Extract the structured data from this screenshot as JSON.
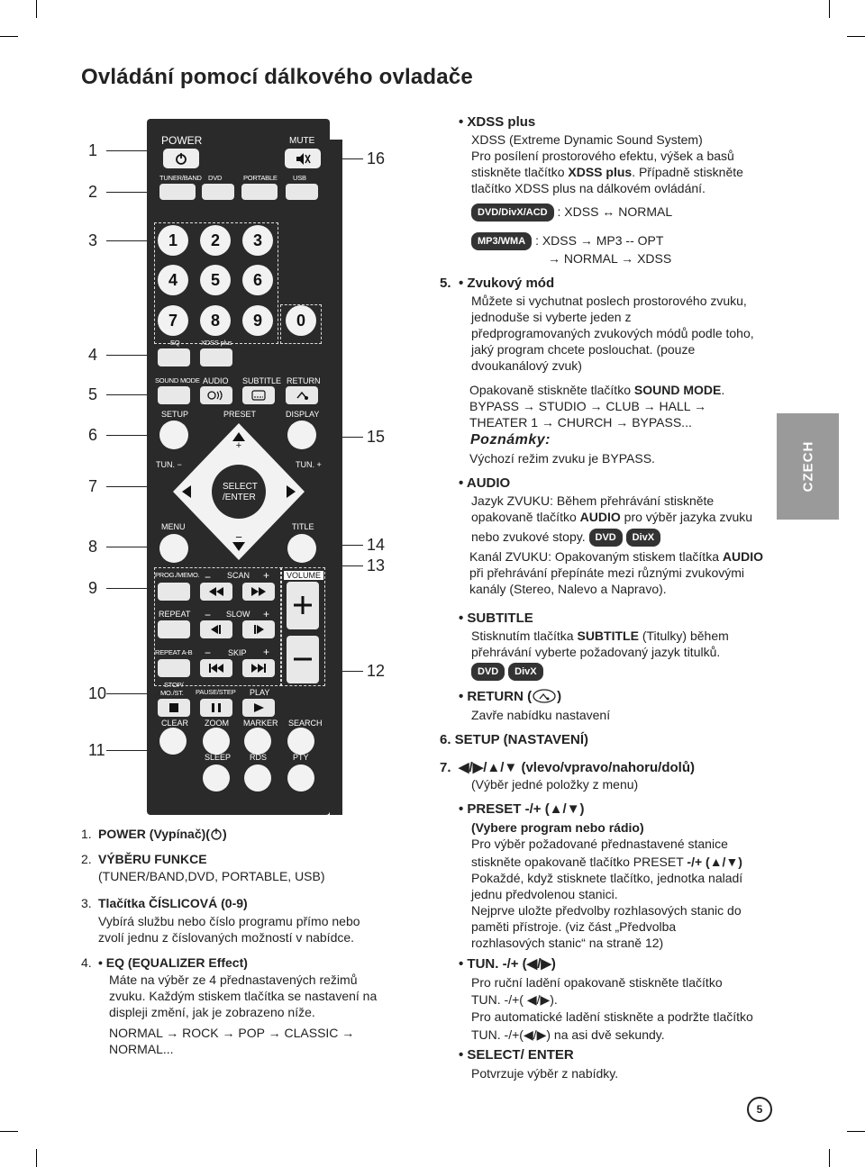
{
  "title": "Ovládání pomocí dálkového ovladače",
  "callouts_left": [
    "1",
    "2",
    "3",
    "4",
    "5",
    "6",
    "7",
    "8",
    "9",
    "10",
    "11"
  ],
  "callouts_right": [
    "16",
    "15",
    "14",
    "13",
    "12"
  ],
  "remote": {
    "power": "POWER",
    "mute": "MUTE",
    "tuner_band": "TUNER/BAND",
    "dvd": "DVD",
    "portable": "PORTABLE",
    "usb": "USB",
    "digits": [
      "1",
      "2",
      "3",
      "4",
      "5",
      "6",
      "7",
      "8",
      "9",
      "0"
    ],
    "eq": "EQ",
    "xdss": "XDSS plus",
    "sound_mode": "SOUND MODE",
    "audio": "AUDIO",
    "subtitle": "SUBTITLE",
    "return": "RETURN",
    "setup": "SETUP",
    "preset": "PRESET",
    "display": "DISPLAY",
    "tun_minus": "TUN. −",
    "tun_plus": "TUN. +",
    "select1": "SELECT",
    "select2": "/ENTER",
    "menu": "MENU",
    "title_btn": "TITLE",
    "prog_memo": "PROG./MEMO.",
    "scan": "SCAN",
    "volume": "VOLUME",
    "repeat": "REPEAT",
    "slow": "SLOW",
    "repeat_ab": "REPEAT A-B",
    "skip": "SKIP",
    "stop": "STOP/",
    "mo_st": "MO./ST.",
    "pause_step": "PAUSE/STEP",
    "play": "PLAY",
    "clear": "CLEAR",
    "zoom": "ZOOM",
    "marker": "MARKER",
    "search": "SEARCH",
    "sleep": "SLEEP",
    "rds": "RDS",
    "pty": "PTY",
    "minus": "−",
    "plus": "+"
  },
  "left_list": {
    "i1_num": "1.",
    "i1": "POWER (Vypínač)(",
    "i1_end": ")",
    "i2_num": "2.",
    "i2": "VÝBĚRU FUNKCE",
    "i2_sub": "(TUNER/BAND,DVD, PORTABLE, USB)",
    "i3_num": "3.",
    "i3": "Tlačítka ČÍSLICOVÁ  (0-9)",
    "i3_l1": "Vybírá službu nebo číslo programu přímo nebo",
    "i3_l2": "zvolí jednu z číslovaných možností v nabídce.",
    "i4_num": "4.",
    "i4": "•  EQ (EQUALIZER Effect)",
    "i4_l1": "Máte na výběr ze 4 přednastavených režimů",
    "i4_l2": "zvuku. Každým stiskem tlačítka se nastavení na",
    "i4_l3": "displeji změní, jak je zobrazeno níže.",
    "eq1": "NORMAL",
    "eq2": "ROCK",
    "eq3": "POP",
    "eq4": "CLASSIC",
    "eq5": "NORMAL..."
  },
  "right": {
    "xdss_h": "•  XDSS plus",
    "xdss_l1": "XDSS (Extreme Dynamic Sound System)",
    "xdss_l2": "Pro posílení prostorového efektu, výšek a basů",
    "xdss_l3a": "stiskněte tlačítko ",
    "xdss_l3b": "XDSS plus",
    "xdss_l3c": ". Případně stiskněte",
    "xdss_l4": "tlačítko XDSS plus na dálkovém ovládání.",
    "badge_dvd_acd": "DVD/DivX/ACD",
    "xdss_seq1": ": XDSS",
    "xdss_seq1b": "NORMAL",
    "badge_mp3": "MP3/WMA",
    "xdss_seq2": ": XDSS",
    "xdss_seq2b": "MP3 -- OPT",
    "xdss_seq3": "NORMAL",
    "xdss_seq3b": "XDSS",
    "s5_num": "5.",
    "s5_h": "•  Zvukový mód",
    "s5_l1": "Můžete si vychutnat poslech prostorového zvuku,",
    "s5_l2": "jednoduše si vyberte jeden z",
    "s5_l3": "předprogramovaných zvukových módů podle toho,",
    "s5_l4": "jaký program chcete poslouchat. (pouze",
    "s5_l5": "dvoukanálový zvuk)",
    "s5_p1a": "Opakovaně stiskněte tlačítko ",
    "s5_p1b": "SOUND MODE",
    "s5_p2": "BYPASS → STUDIO → CLUB → HALL →",
    "s5_p3": "THEATER 1 → CHURCH → BYPASS...",
    "note_h": "Poznámky:",
    "note_t": "Výchozí režim zvuku je BYPASS.",
    "audio_h": "•  AUDIO",
    "audio_l1": "Jazyk ZVUKU: Během přehrávání stiskněte",
    "audio_l2a": "opakovaně tlačítko ",
    "audio_l2b": "AUDIO",
    "audio_l2c": " pro výběr jazyka zvuku",
    "audio_l3": "nebo zvukové stopy.",
    "badge_dvd": "DVD",
    "badge_divx": "DivX",
    "audio_l4a": "Kanál ZVUKU: Opakovaným stiskem tlačítka ",
    "audio_l4b": "AUDIO",
    "audio_l5": "při přehrávání přepínáte mezi různými zvukovými",
    "audio_l6": "kanály  (Stereo, Nalevo a Napravo).",
    "sub_h": "•  SUBTITLE",
    "sub_l1a": "Stisknutím tlačítka ",
    "sub_l1b": "SUBTITLE",
    "sub_l1c": " (Titulky) během",
    "sub_l2": "přehrávání vyberte požadovaný jazyk titulků.",
    "ret_h": "•  RETURN (",
    "ret_h2": ")",
    "ret_l1": "Zavře nabídku nastavení",
    "s6": "6.  SETUP (NASTAVENÍ)",
    "s7_num": "7.",
    "s7_h": " (vlevo/vpravo/nahoru/dolů)",
    "s7_l1": "(Výběr jedné položky z menu)",
    "pre_h": "•  PRESET -/+ (▲/▼)",
    "pre_l1": "(Vybere program nebo rádio)",
    "pre_l2": "Pro výběr požadované přednastavené stanice",
    "pre_l3a": "stiskněte opakovaně tlačítko PRESET ",
    "pre_l3b": "-/+ (▲/▼)",
    "pre_l4": "Pokaždé, když stisknete tlačítko, jednotka naladí",
    "pre_l5": "jednu předvolenou stanici.",
    "pre_l6": "Nejprve uložte předvolby rozhlasových stanic do",
    "pre_l7": "paměti přístroje. (viz část „Předvolba",
    "pre_l8": "rozhlasových stanic“ na straně 12)",
    "tun_h": "•  TUN. -/+ (◀/▶)",
    "tun_l1": "Pro ruční ladění opakovaně stiskněte tlačítko",
    "tun_l2": "TUN. -/+( ◀/▶).",
    "tun_l3": "Pro automatické ladění stiskněte a podržte tlačítko",
    "tun_l4": "TUN. -/+(◀/▶) na asi dvě sekundy.",
    "sel_h": "•  SELECT/ ENTER",
    "sel_l1": "Potvrzuje výběr z nabídky."
  },
  "side_tab": "CZECH",
  "page_number": "5"
}
